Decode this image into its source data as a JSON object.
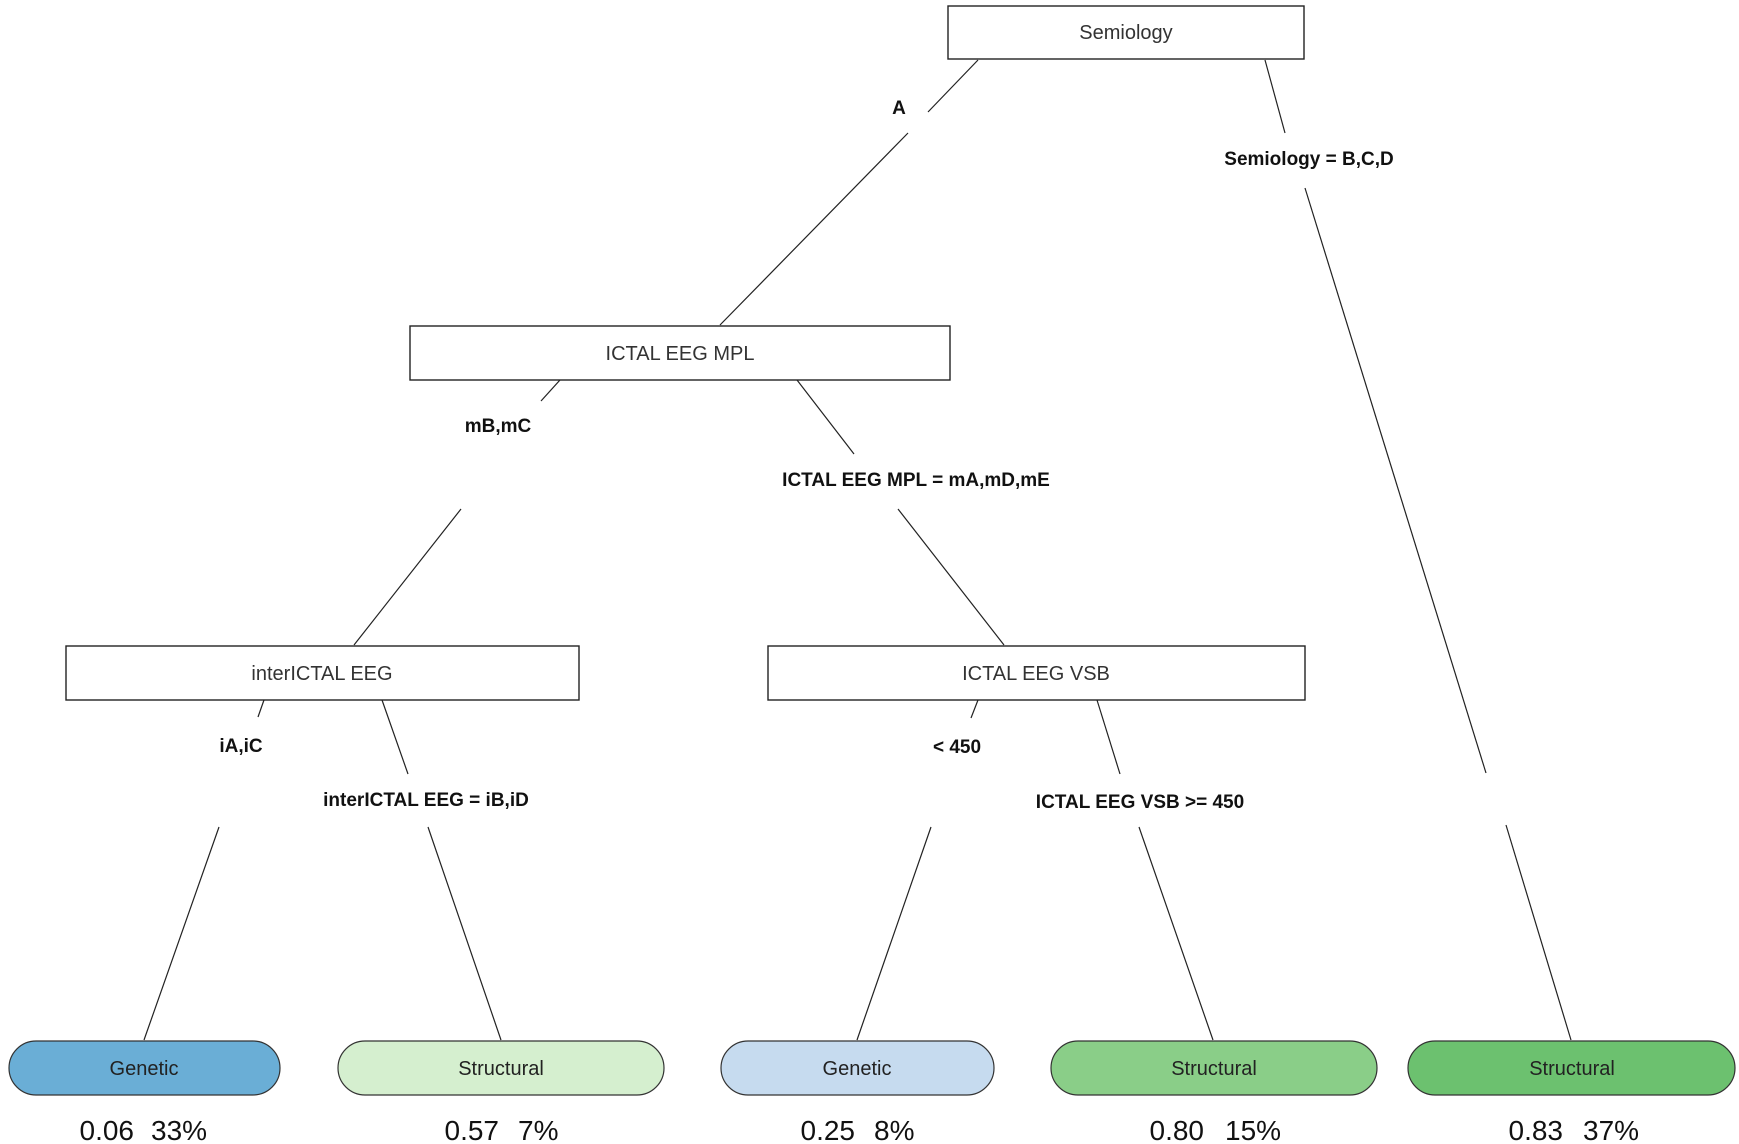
{
  "nodes": {
    "root": {
      "label": "Semiology"
    },
    "ictal_mpl": {
      "label": "ICTAL EEG MPL"
    },
    "interictal": {
      "label": "interICTAL EEG"
    },
    "ictal_vsb": {
      "label": "ICTAL EEG VSB"
    }
  },
  "edges": {
    "root_left": "A",
    "root_right": "Semiology = B,C,D",
    "mpl_left": "mB,mC",
    "mpl_right": "ICTAL EEG MPL = mA,mD,mE",
    "inter_left": "iA,iC",
    "inter_right": "interICTAL EEG = iB,iD",
    "vsb_left": "< 450",
    "vsb_right": "ICTAL EEG VSB >= 450"
  },
  "leaves": [
    {
      "label": "Genetic",
      "value": "0.06",
      "percent": "33%",
      "color": "#6aaed6"
    },
    {
      "label": "Structural",
      "value": "0.57",
      "percent": "7%",
      "color": "#d5efcf"
    },
    {
      "label": "Genetic",
      "value": "0.25",
      "percent": "8%",
      "color": "#c6dbef"
    },
    {
      "label": "Structural",
      "value": "0.80",
      "percent": "15%",
      "color": "#8ace88"
    },
    {
      "label": "Structural",
      "value": "0.83",
      "percent": "37%",
      "color": "#6cc16f"
    }
  ]
}
